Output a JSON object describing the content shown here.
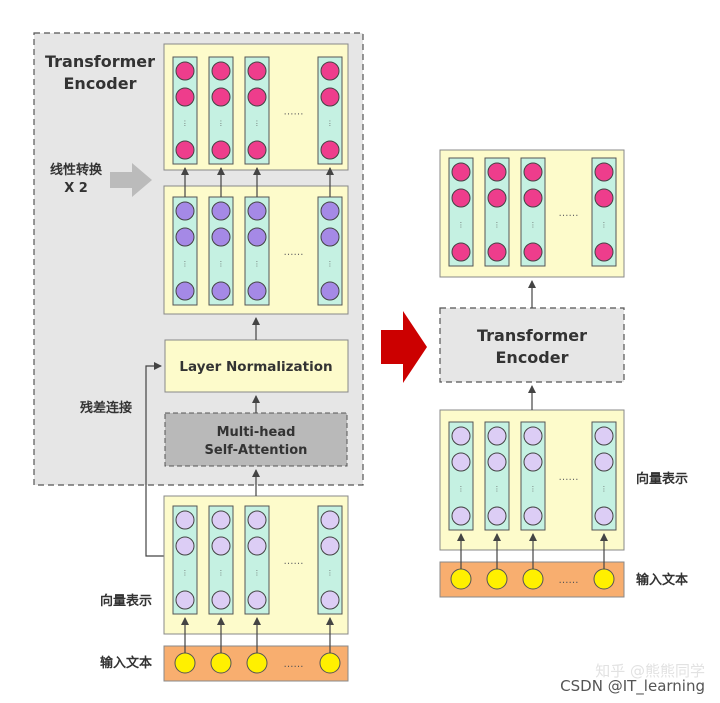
{
  "left": {
    "encoder_title_line1": "Transformer",
    "encoder_title_line2": "Encoder",
    "linear_label_line1": "线性转换",
    "linear_label_line2": "X 2",
    "layer_norm": "Layer Normalization",
    "attention_line1": "Multi-head",
    "attention_line2": "Self-Attention",
    "residual": "残差连接",
    "vector_repr": "向量表示",
    "input_text": "输入文本"
  },
  "right": {
    "encoder_line1": "Transformer",
    "encoder_line2": "Encoder",
    "vector_repr": "向量表示",
    "input_text": "输入文本"
  },
  "ellipsis": "……",
  "col_dots": "· · ·",
  "watermark": {
    "line1": "知乎 @熊熊同学",
    "line2": "CSDN @IT_learning"
  },
  "colors": {
    "yellow_panel": "#fdfbcb",
    "column_fill": "#c5f1e2",
    "pink": "#ee3d8c",
    "purple": "#a589e6",
    "lavender": "#dccdf5",
    "input_bar": "#f8ae6f",
    "input_dot": "#fff000",
    "attention_fill": "#b9b9b9",
    "encoder_bg": "#e6e6e6",
    "red_arrow": "#cc0000",
    "gray_arrow": "#bbbbbb"
  }
}
